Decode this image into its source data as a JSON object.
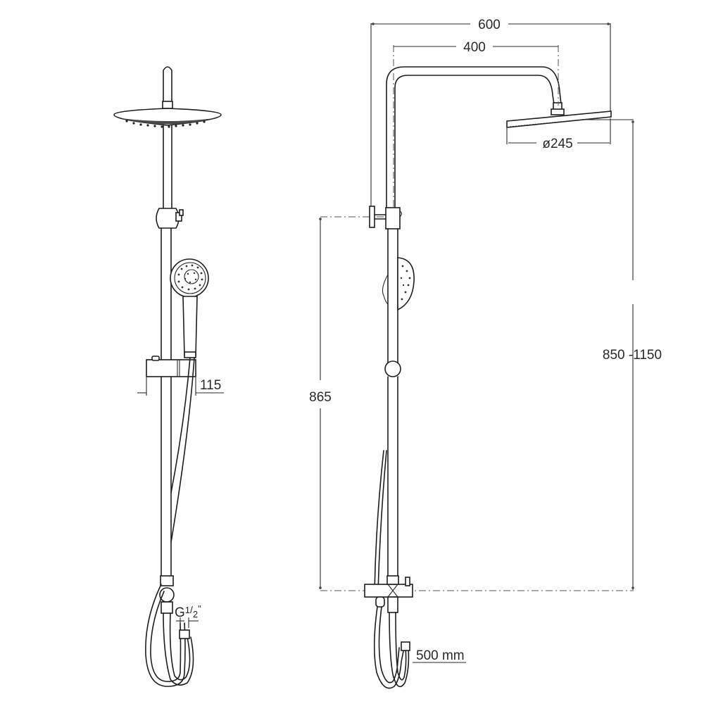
{
  "drawing": {
    "type": "technical dimension drawing",
    "subject": "shower column with overhead rain shower and hand shower",
    "views": [
      "front view",
      "side view"
    ],
    "line_color": "#1e1e1e",
    "background": "#ffffff"
  },
  "front_view": {
    "dimensions": {
      "handshower_projection": "115",
      "connection_thread": "G",
      "connection_fraction_num": "1",
      "connection_fraction_den": "2",
      "connection_inch": "\""
    }
  },
  "side_view": {
    "dimensions": {
      "overall_projection": "600",
      "arm_projection": "400",
      "head_diameter": "ø245",
      "height_range": "850 -1150",
      "height_fixed": "865",
      "hose_length": "500 mm"
    }
  }
}
